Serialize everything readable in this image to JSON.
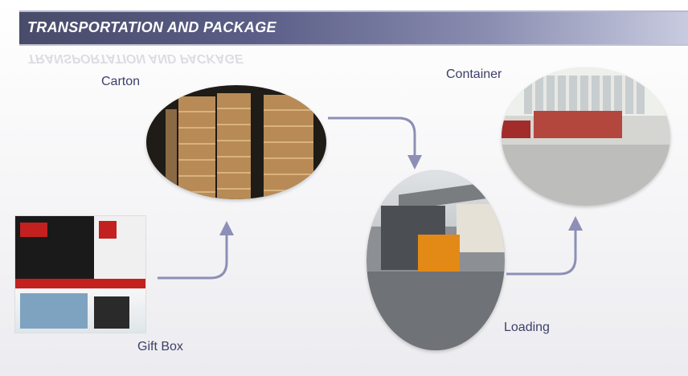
{
  "header": {
    "title": "TRANSPORTATION AND PACKAGE"
  },
  "labels": {
    "carton": "Carton",
    "container": "Container",
    "loading": "Loading",
    "gift_box": "Gift Box"
  },
  "colors": {
    "banner_dark": "#3a3c5e",
    "label_text": "#3c3f6a",
    "arrow": "#8d8fb6"
  }
}
